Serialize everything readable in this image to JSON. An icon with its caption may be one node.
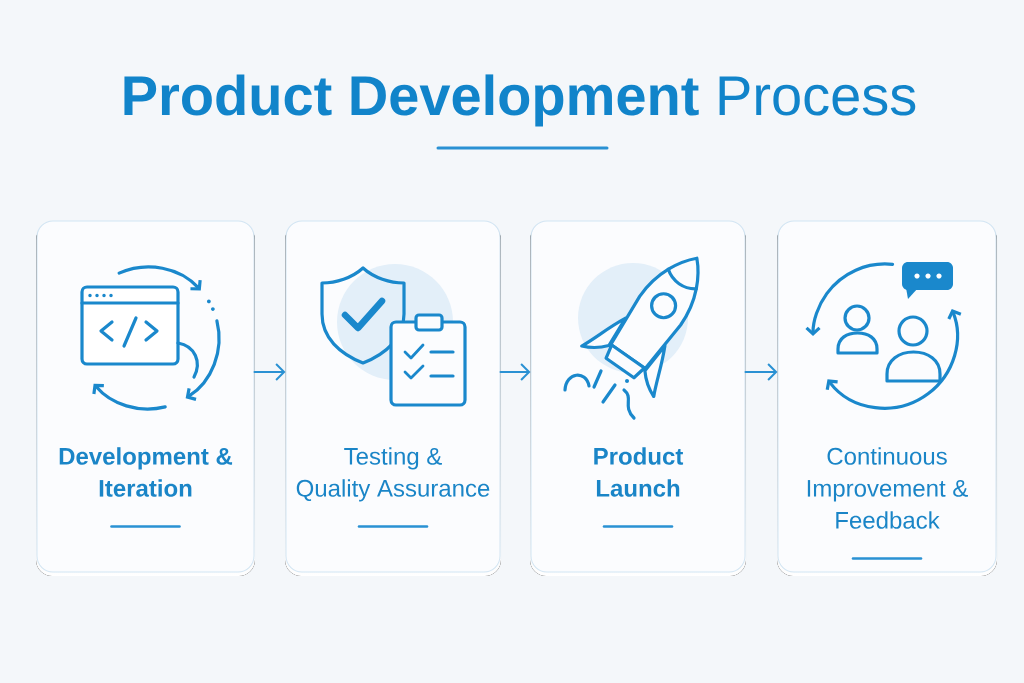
{
  "diagram": {
    "title": "**Product Development** Process",
    "nodes": [
      {
        "text": [
          "Development & Iteration"
        ]
      },
      {
        "text": [
          "Testing & Quality Assurance"
        ]
      },
      {
        "text": [
          "Product Launch"
        ]
      },
      {
        "text": [
          "Continuous Improvement & Feedback"
        ]
      }
    ],
    "edges": [
      {
        "from": 0,
        "to": 1,
        "arrow": "to"
      },
      {
        "from": 1,
        "to": 2,
        "arrow": "to"
      },
      {
        "from": 2,
        "to": 3,
        "arrow": "to"
      }
    ]
  }
}
